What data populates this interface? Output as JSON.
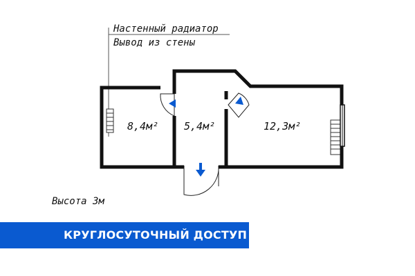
{
  "annotations": {
    "radiator": "Настенный радиатор",
    "wall_outlet": "Вывод из стены",
    "height": "Высота 3м"
  },
  "rooms": {
    "left_area": "8,4м²",
    "hall_area": "5,4м²",
    "right_area": "12,3м²"
  },
  "banner": {
    "text": "КРУГЛОСУТОЧНЫЙ ДОСТУП",
    "color": "#0a5ad0"
  },
  "colors": {
    "wall": "#111111",
    "door_arrow": "#0a5ad0"
  }
}
